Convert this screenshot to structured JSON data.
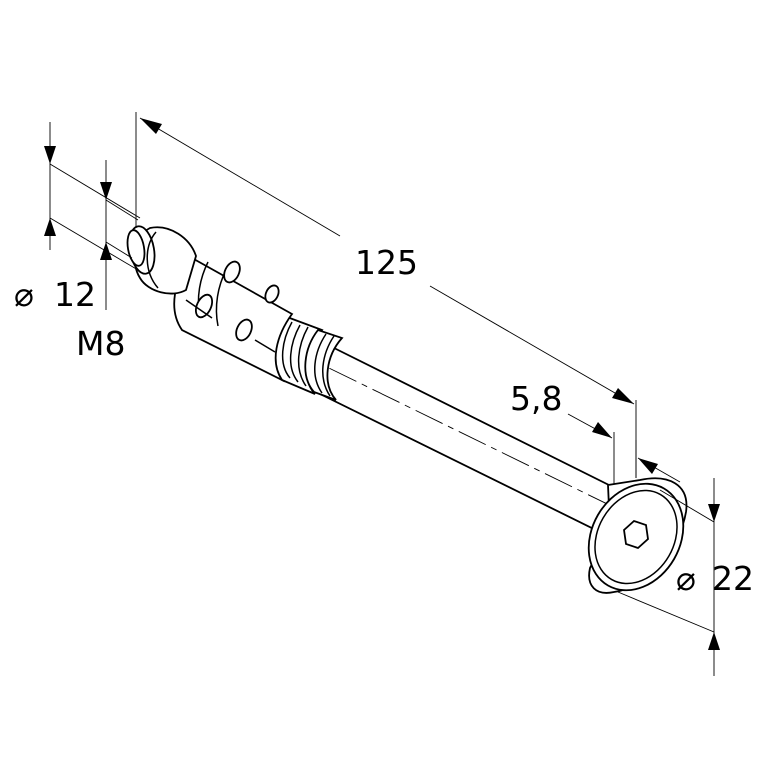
{
  "drawing": {
    "overall_length": "125",
    "head_thickness": "5,8",
    "sleeve_diameter_symbol": "⌀",
    "sleeve_diameter_value": "12",
    "thread_size": "M8",
    "head_diameter_symbol": "⌀",
    "head_diameter_value": "22"
  }
}
